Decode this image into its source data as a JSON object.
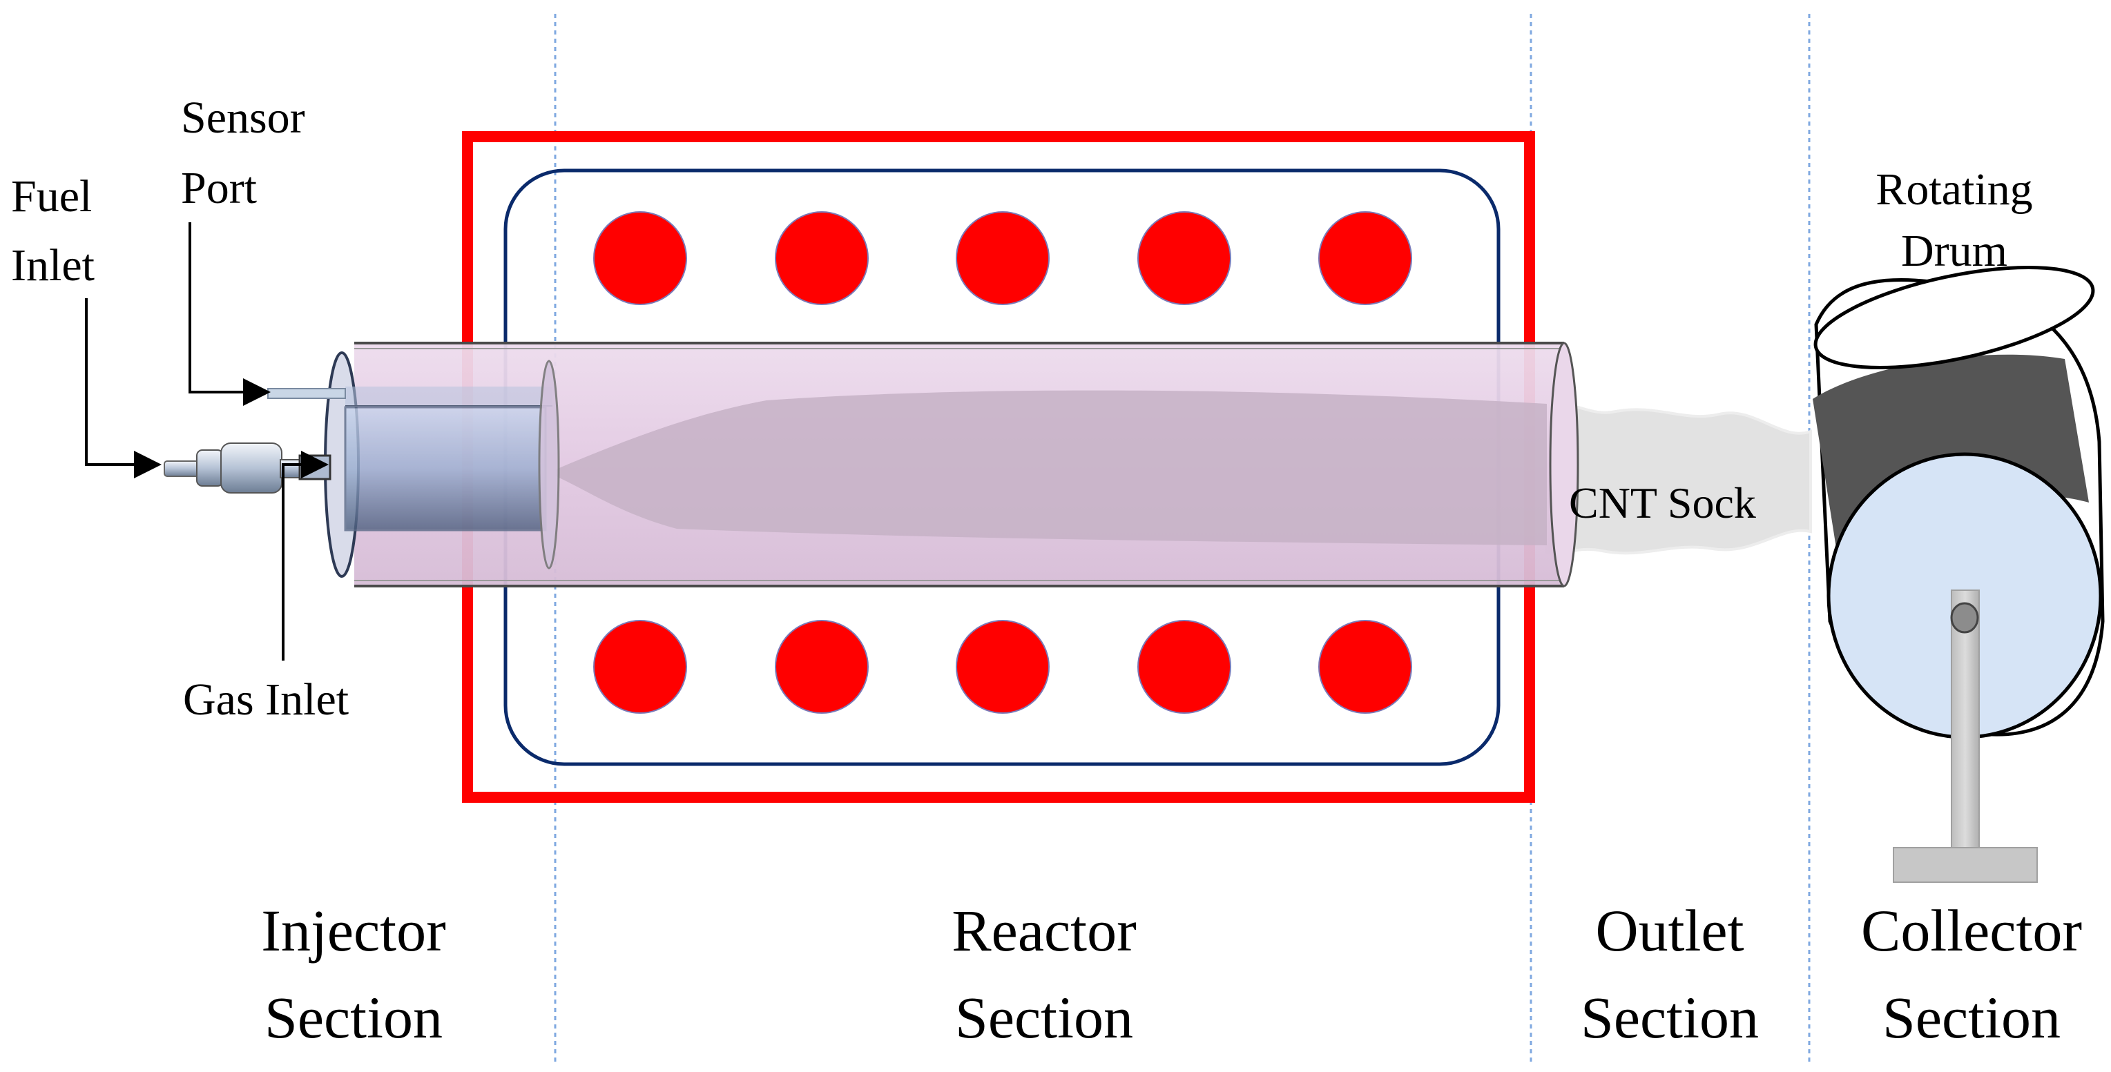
{
  "labels": {
    "fuel_inlet": [
      "Fuel",
      "Inlet"
    ],
    "sensor_port": [
      "Sensor",
      "Port"
    ],
    "gas_inlet": "Gas Inlet",
    "cnt_sock": "CNT Sock",
    "rotating_drum": [
      "Rotating",
      "Drum"
    ]
  },
  "sections": [
    {
      "line1": "Injector",
      "line2": "Section"
    },
    {
      "line1": "Reactor",
      "line2": "Section"
    },
    {
      "line1": "Outlet",
      "line2": "Section"
    },
    {
      "line1": "Collector",
      "line2": "Section"
    }
  ],
  "colors": {
    "furnace_border": "#ff0000",
    "heater": "#ff0000",
    "furnace_inner_border": "#0a2a6b",
    "tube": "#e6cfe6",
    "divider": "#7fa8e0",
    "drum_band": "#555555",
    "drum_face": "#d6e4f6"
  }
}
